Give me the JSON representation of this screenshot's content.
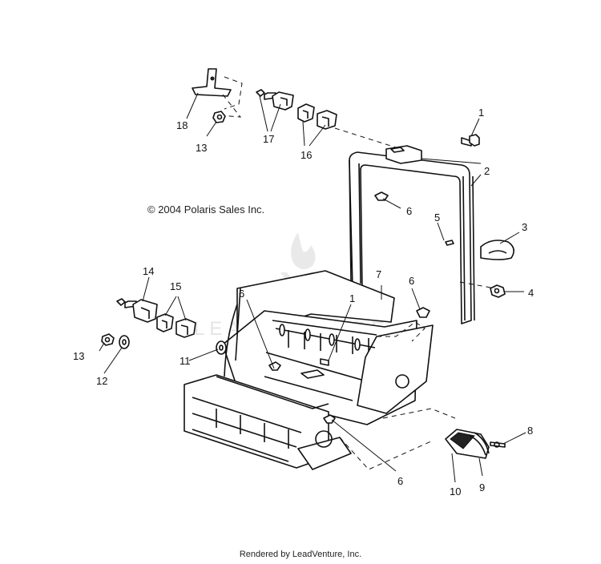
{
  "copyright": "© 2004 Polaris Sales Inc.",
  "footer": "Rendered by LeadVenture, Inc.",
  "watermark": "LEADVENTURE",
  "callouts": {
    "c1_top": "1",
    "c2": "2",
    "c3": "3",
    "c4": "4",
    "c5": "5",
    "c6_upper": "6",
    "c18": "18",
    "c13_top": "13",
    "c17": "17",
    "c16": "16",
    "c14": "14",
    "c15": "15",
    "c13_left": "13",
    "c12": "12",
    "c11": "11",
    "c6_left": "6",
    "c1_mid": "1",
    "c7": "7",
    "c6_mid": "6",
    "c6_bottom": "6",
    "c8": "8",
    "c9": "9",
    "c10": "10"
  }
}
